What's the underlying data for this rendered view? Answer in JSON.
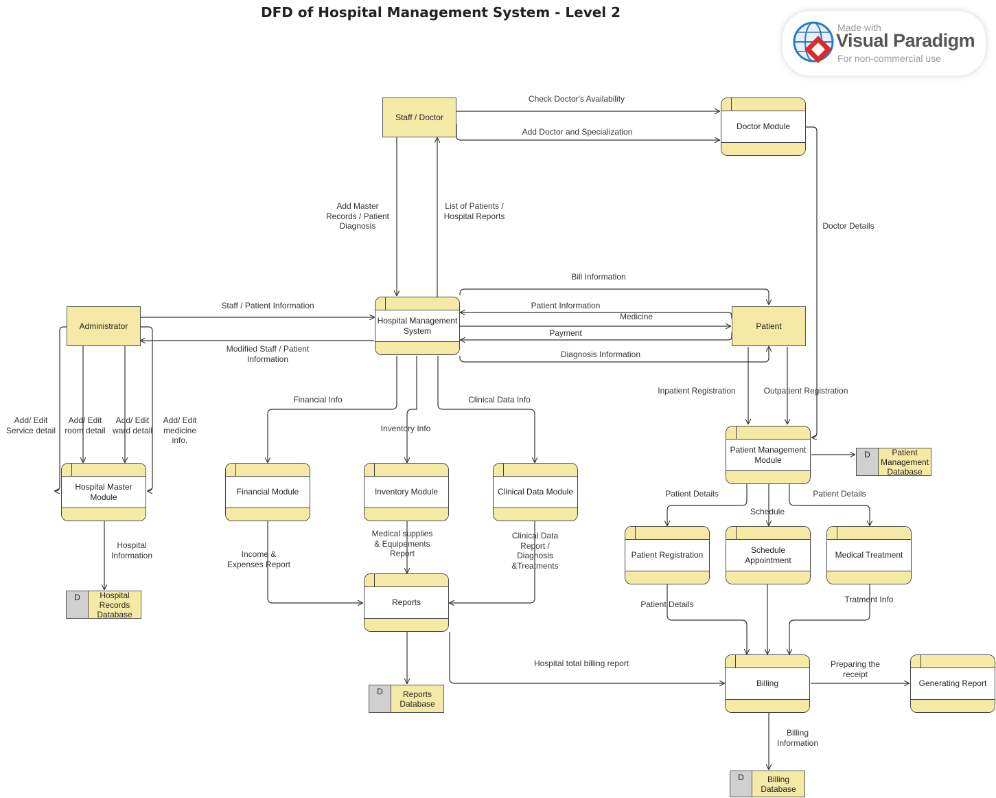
{
  "title": "DFD of Hospital Management System - Level 2",
  "watermark": {
    "made_with": "Made with",
    "brand": "Visual Paradigm",
    "usage": "For non-commercial use"
  },
  "colors": {
    "fill": "#f5e9a6",
    "store_id_fill": "#d0d0d0",
    "stroke": "#444444",
    "brand_red": "#d32f2f",
    "brand_blue": "#2b79c2"
  },
  "entities": {
    "staff_doctor": "Staff / Doctor",
    "administrator": "Administrator",
    "patient": "Patient"
  },
  "processes": {
    "doctor_module": "Doctor Module",
    "hms": "Hospital Management System",
    "hospital_master": "Hospital Master Module",
    "financial": "Financial Module",
    "inventory": "Inventory Module",
    "clinical": "Clinical Data Module",
    "patient_mgmt": "Patient Management Module",
    "reports": "Reports",
    "patient_registration": "Patient Registration",
    "schedule_appointment": "Schedule Appointment",
    "medical_treatment": "Medical Treatment",
    "billing": "Billing",
    "generating_report": "Generating Report"
  },
  "stores": {
    "store_id": "D",
    "hospital_records": "Hospital Records Database",
    "reports_db": "Reports Database",
    "patient_mgmt_db": "Patient Management Database",
    "billing_db": "Billing Database"
  },
  "flows": {
    "check_availability": "Check Doctor's Availability",
    "add_doctor": "Add Doctor and Specialization",
    "add_master": "Add Master\nRecords / Patient\nDiagnosis",
    "list_patients": "List of Patients /\nHospital Reports",
    "doctor_details": "Doctor Details",
    "bill_info": "Bill Information",
    "staff_patient_info": "Staff / Patient Information",
    "modified_staff": "Modified Staff / Patient\nInformation",
    "patient_info": "Patient Information",
    "medicine": "Medicine",
    "payment": "Payment",
    "diagnosis_info": "Diagnosis Information",
    "inpatient": "Inpatient  Registration",
    "outpatient": "Outpatient  Registration",
    "financial_info": "Financial Info",
    "inventory_info": "Inventory Info",
    "clinical_info": "Clinical Data Info",
    "add_service": "Add/ Edit\nService detail",
    "add_room": "Add/ Edit\nroom detail",
    "add_ward": "Add/ Edit\nward detail",
    "add_medicine": "Add/ Edit\nmedicine\ninfo.",
    "hospital_info": "Hospital\nInformation",
    "income_report": "Income &\nExpenses Report",
    "medical_supplies": "Medical supplies\n& Equipements\nReport",
    "clinical_report": "Clinical Data\nReport /\nDiagnosis\n&Treatments",
    "patient_details_left": "Patient Details",
    "patient_details_right": "Patient Details",
    "schedule": "Schedule",
    "patient_details_reg": "Patient Details",
    "treatment_info": "Tratment Info",
    "total_billing": "Hospital total billing report",
    "preparing_receipt": "Preparing the\nreceipt",
    "billing_info": "Billing\nInformation"
  }
}
